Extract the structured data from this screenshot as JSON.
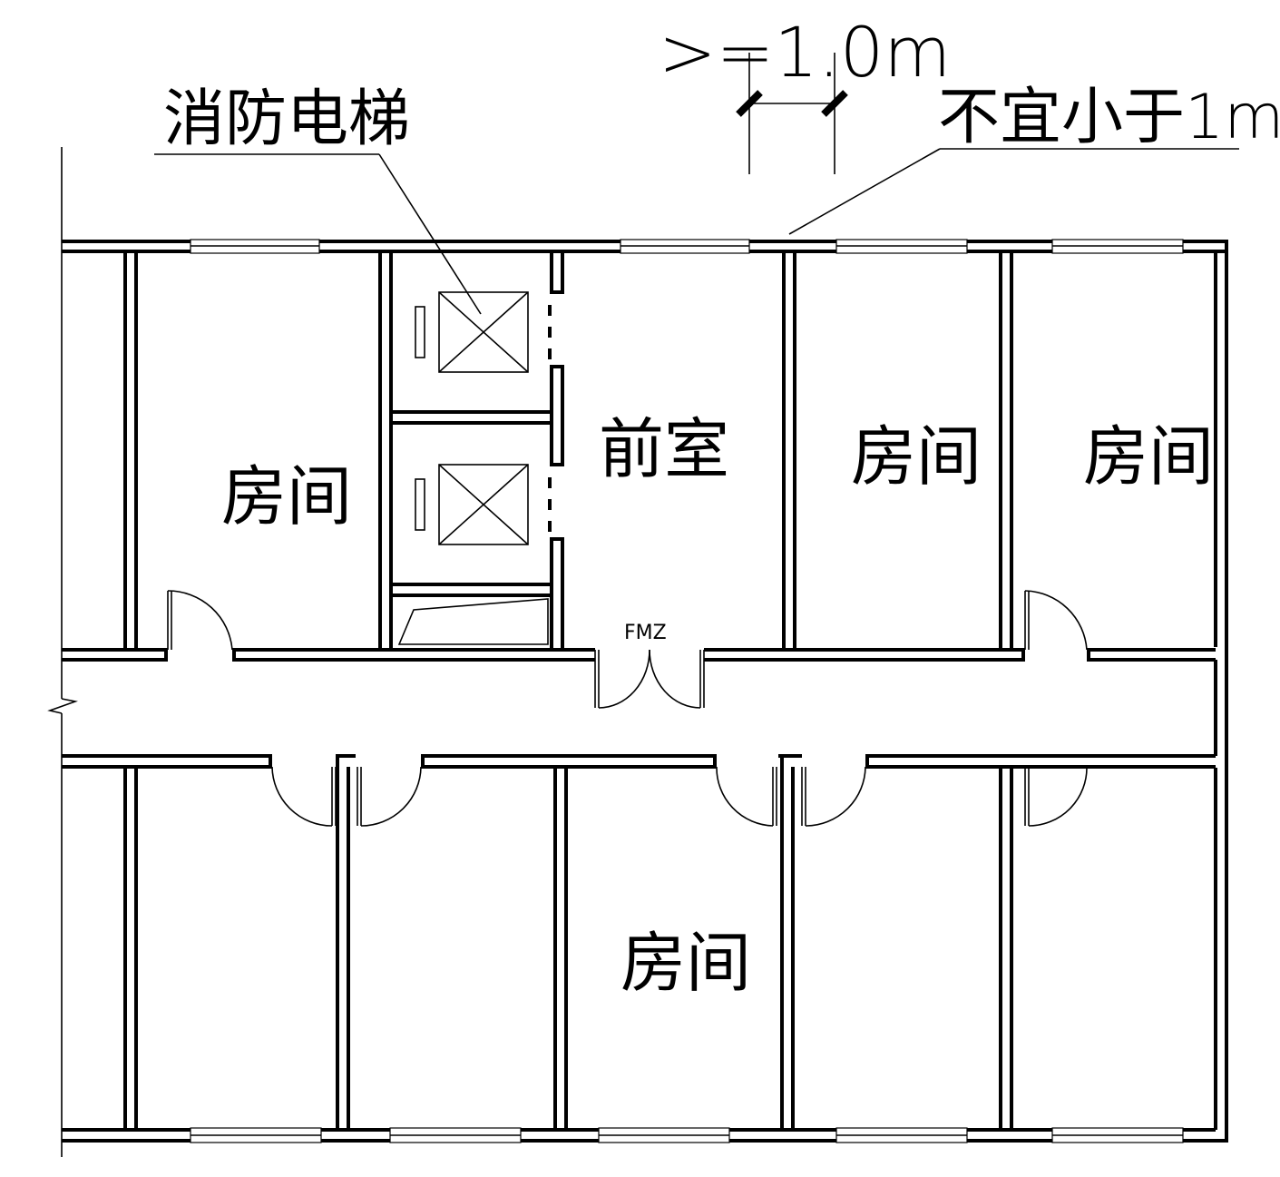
{
  "labels": {
    "fire_elevator": "消防电梯",
    "min_width": ">=1.0m",
    "not_less": "不宜小于1m",
    "anteroom": "前室",
    "room_top_left": "房间",
    "room_top_mid": "房间",
    "room_top_right": "房间",
    "room_bottom": "房间",
    "door_tag": "FMZ"
  }
}
